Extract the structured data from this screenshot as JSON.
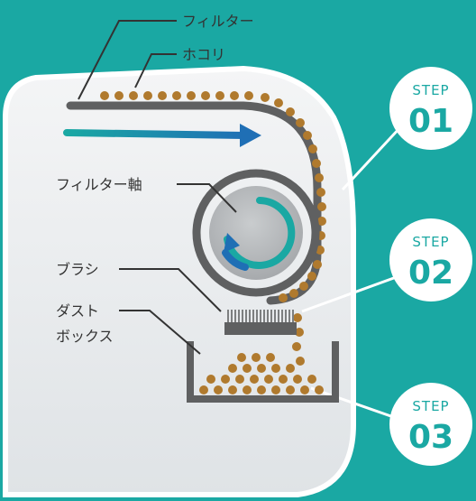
{
  "labels": {
    "filter": "フィルター",
    "dust": "ホコリ",
    "filter_shaft": "フィルター軸",
    "brush": "ブラシ",
    "dust_box_line1": "ダスト",
    "dust_box_line2": "ボックス"
  },
  "steps": [
    {
      "label": "STEP",
      "number": "01"
    },
    {
      "label": "STEP",
      "number": "02"
    },
    {
      "label": "STEP",
      "number": "03"
    }
  ],
  "colors": {
    "background": "#1aa8a3",
    "panel": "#e8ebee",
    "filter": "#5f6061",
    "dust": "#b07a2e",
    "arrow_blue": "#1f6fb5",
    "arrow_teal": "#1aa8a3"
  }
}
